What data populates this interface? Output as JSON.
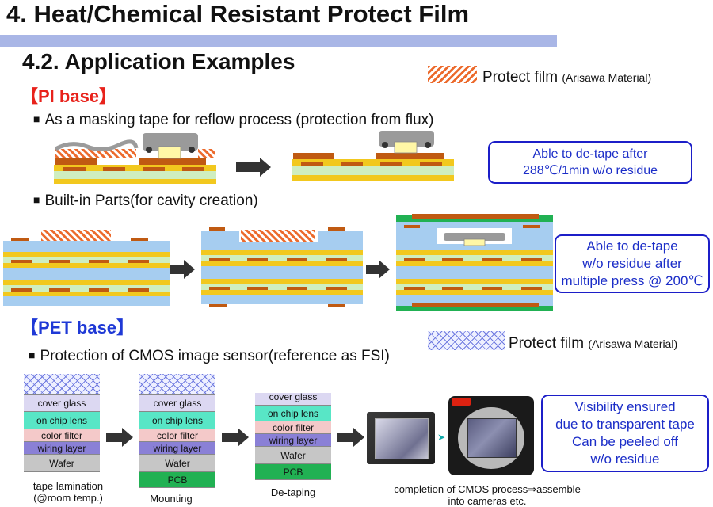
{
  "header": {
    "title": "4. Heat/Chemical Resistant Protect Film",
    "subtitle": "4.2. Application Examples"
  },
  "pi": {
    "label": "【PI base】",
    "legend_main": "Protect film",
    "legend_sub": "(Arisawa Material)",
    "bullet1": "As a masking tape for reflow process (protection from flux)",
    "bullet2": "Built-in Parts(for cavity creation)",
    "callout1": [
      "Able to de-tape after",
      "288℃/1min w/o residue"
    ],
    "callout2": [
      "Able to de-tape",
      "w/o residue after",
      "multiple press @ 200℃"
    ]
  },
  "pet": {
    "label": "【PET base】",
    "legend_main": "Protect film",
    "legend_sub": "(Arisawa Material)",
    "bullet": "Protection of CMOS image sensor(reference as FSI)",
    "layers": {
      "cover_glass": "cover glass",
      "on_chip_lens": "on chip lens",
      "color_filter": "color filter",
      "wiring_layer": "wiring layer",
      "wafer": "Wafer",
      "pcb": "PCB",
      "cover_glass_partial": "cover glass"
    },
    "captions": {
      "lamination_1": "tape lamination",
      "lamination_2": "(@room temp.)",
      "mounting": "Mounting",
      "detaping": "De-taping",
      "completion_1": "completion of CMOS process⇒assemble",
      "completion_2": "into cameras etc."
    },
    "callout": [
      "Visibility  ensured",
      "due to transparent tape",
      "Can be peeled off",
      "w/o residue"
    ]
  },
  "colors": {
    "title_bar": "#a9b6e6",
    "pi_label": "#e8221b",
    "pet_label": "#1f39d6",
    "callout_border": "#1c1ec8",
    "film_orange": "#ec6a2c",
    "film_blue_zigzag": "#6f7ae0",
    "board_yellow": "#f2c81e",
    "board_green": "#cfeec0",
    "board_blue": "#a6cdf0",
    "copper": "#c05a12"
  },
  "icons": {
    "arrow": "arrow-right-icon",
    "bullet": "black-square-icon"
  }
}
